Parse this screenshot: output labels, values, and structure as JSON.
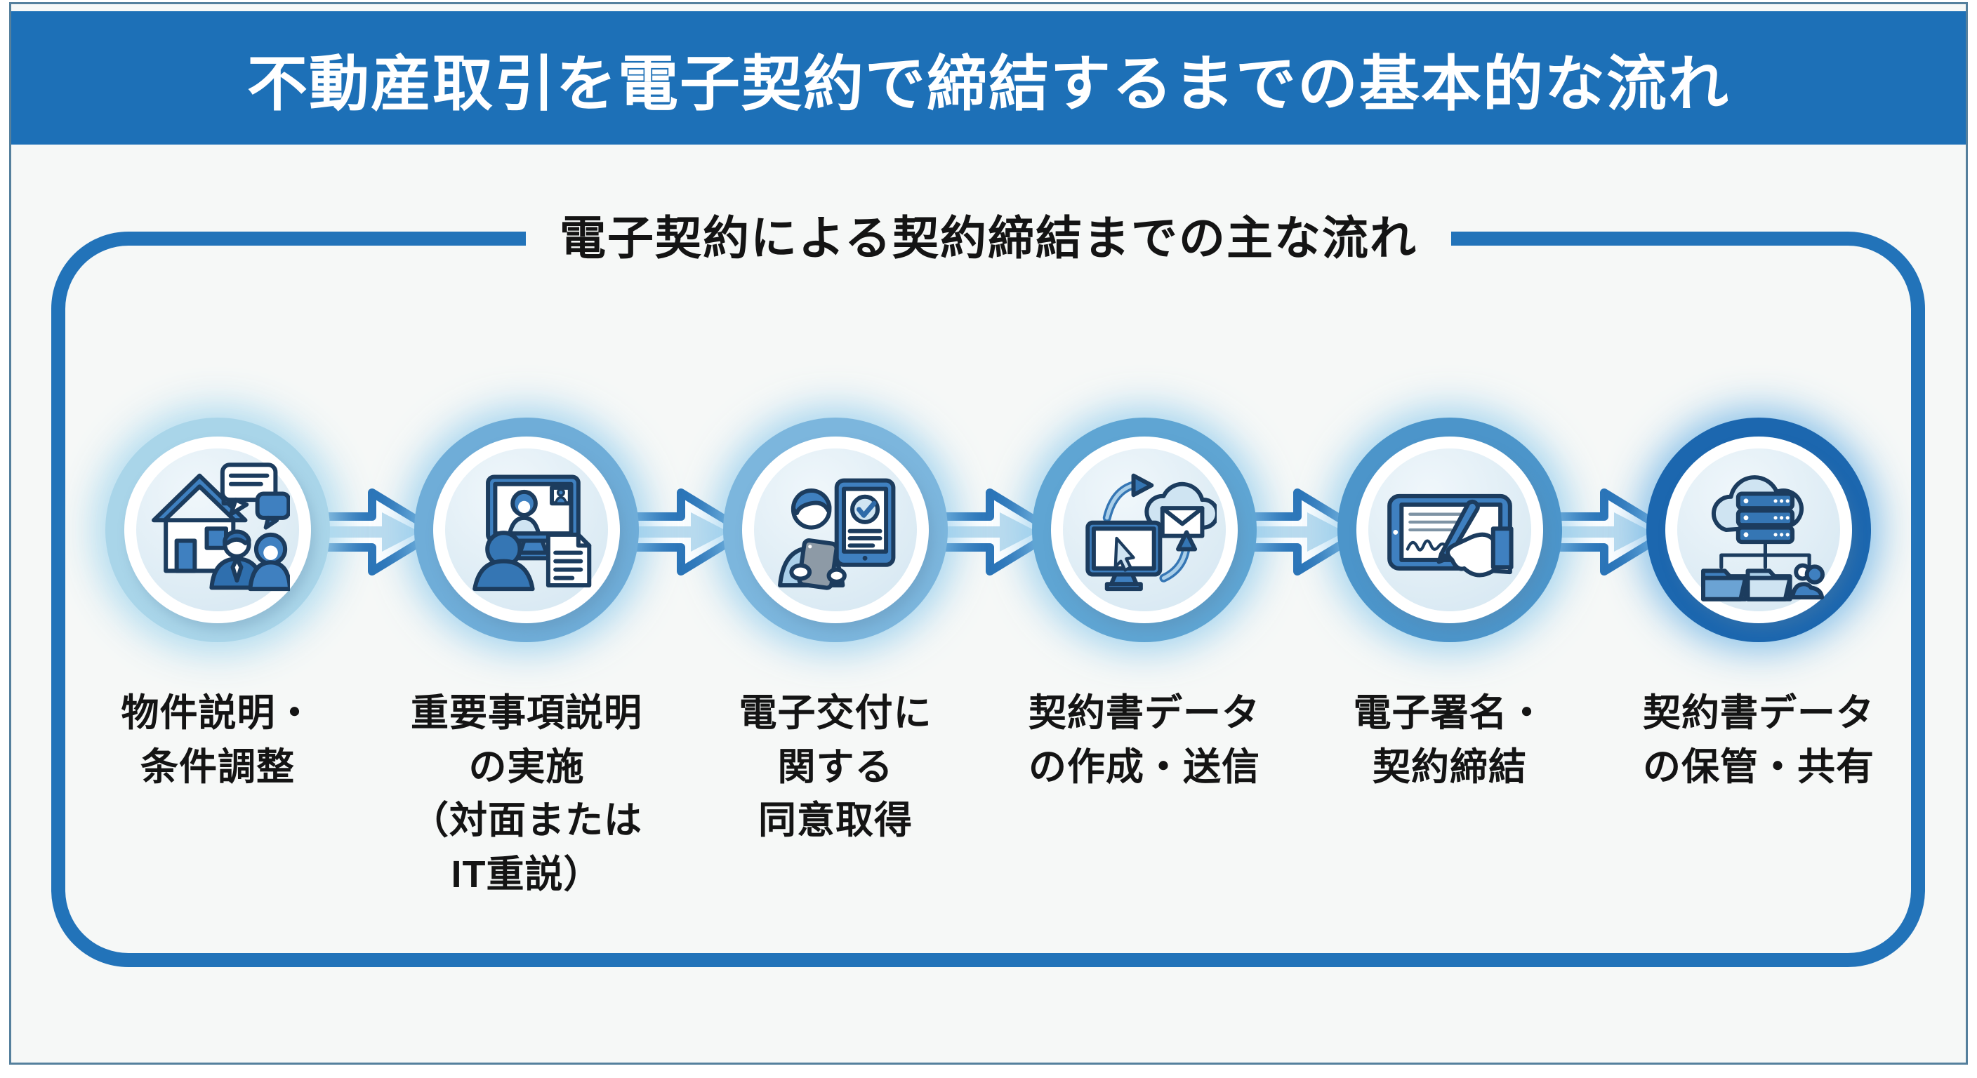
{
  "header": {
    "title": "不動産取引を電子契約で締結するまでの基本的な流れ"
  },
  "flow_box": {
    "title": "電子契約による契約締結までの主な流れ"
  },
  "steps": [
    {
      "label": "物件説明・\n条件調整",
      "icon": "property-consultation-icon"
    },
    {
      "label": "重要事項説明\nの実施\n（対面または\nIT重説）",
      "icon": "video-meeting-icon"
    },
    {
      "label": "電子交付に\n関する\n同意取得",
      "icon": "tablet-consent-icon"
    },
    {
      "label": "契約書データ\nの作成・送信",
      "icon": "send-contract-icon"
    },
    {
      "label": "電子署名・\n契約締結",
      "icon": "e-signature-icon"
    },
    {
      "label": "契約書データ\nの保管・共有",
      "icon": "cloud-storage-icon"
    }
  ],
  "colors": {
    "banner_blue": "#1d70b7",
    "box_border_blue": "#2273b9",
    "arrow_outline": "#2a74b8",
    "arrow_fill": "#bcdcef",
    "ring_colors": [
      "#a9d5e9",
      "#6fadd8",
      "#7cb6dd",
      "#5fa5d3",
      "#4c95ca",
      "#1c67af"
    ],
    "label_text": "#141414",
    "background": "#f6f8f7"
  }
}
